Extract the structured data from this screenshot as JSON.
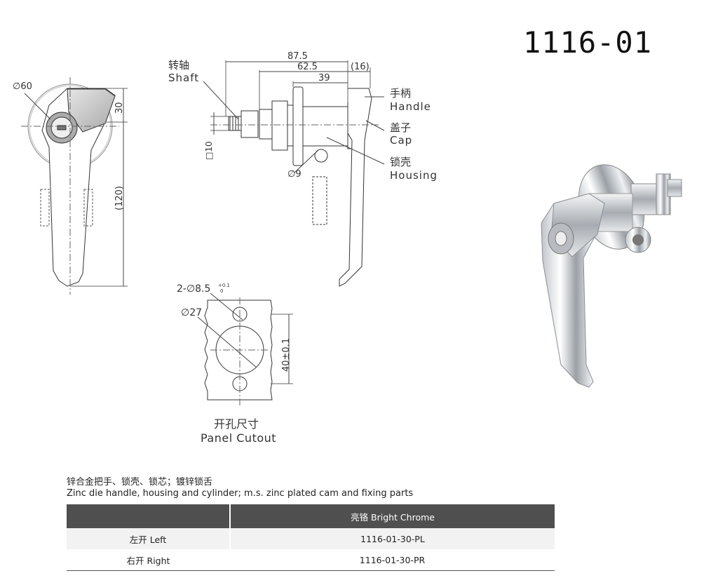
{
  "model": "1116-01",
  "labels": {
    "shaft_cn": "转轴",
    "shaft_en": "Shaft",
    "handle_cn": "手柄",
    "handle_en": "Handle",
    "cap_cn": "盖子",
    "cap_en": "Cap",
    "housing_cn": "锁壳",
    "housing_en": "Housing",
    "cutout_cn": "开孔尺寸",
    "cutout_en": "Panel Cutout"
  },
  "dimensions": {
    "d60": "∅60",
    "h30": "30",
    "h120": "(120)",
    "l87": "87.5",
    "l62": "62.5",
    "l16": "(16)",
    "l39": "39",
    "s10": "□10",
    "d9": "∅9",
    "holes": "2-∅8.5",
    "hole_tol_top": "+0.1",
    "hole_tol_bottom": "0",
    "d27": "∅27",
    "spacing": "40±0.1"
  },
  "description": {
    "cn": "锌合金把手、锁壳、锁芯；镀锌锁舌",
    "en": "Zinc die handle, housing and cylinder; m.s. zinc plated cam and fixing parts"
  },
  "table": {
    "header": "亮铬  Bright Chrome",
    "rows": [
      {
        "label": "左开 Left",
        "code": "1116-01-30-PL"
      },
      {
        "label": "右开 Right",
        "code": "1116-01-30-PR"
      }
    ]
  }
}
